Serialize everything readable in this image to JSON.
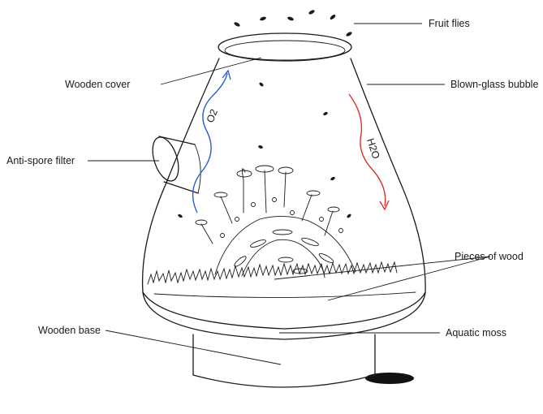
{
  "labels": {
    "fruit_flies": "Fruit flies",
    "wooden_cover": "Wooden cover",
    "blown_glass": "Blown-glass bubble",
    "anti_spore": "Anti-spore filter",
    "pieces_of_wood": "Pieces of wood",
    "aquatic_moss": "Aquatic moss",
    "wooden_base": "Wooden base"
  },
  "arrows": {
    "o2": {
      "text": "O2",
      "color": "#2a5bd7"
    },
    "h2o": {
      "text": "H2O",
      "color": "#d8322a"
    }
  }
}
